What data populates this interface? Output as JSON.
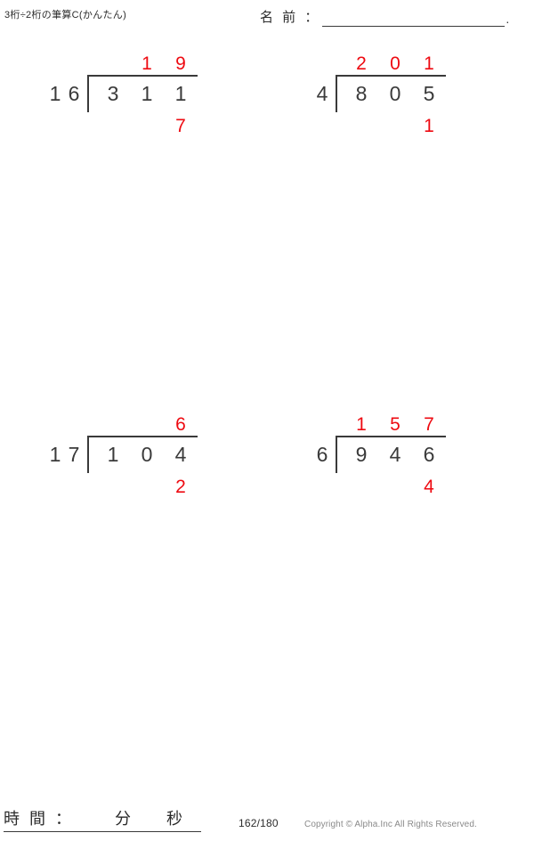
{
  "header": {
    "title": "3桁÷2桁の筆算C(かんたん)",
    "name_label": "名 前 ：",
    "name_value": "",
    "name_trailing_dot": "."
  },
  "colors": {
    "answer_red": "#ee0a11",
    "text_dark": "#3a3a3a",
    "rule": "#3a3a3a",
    "copyright_gray": "#8a8a8a",
    "background": "#ffffff"
  },
  "problems": [
    {
      "index": 1,
      "divisor": "16",
      "divisor_digits": [
        "1",
        "6"
      ],
      "dividend": "311",
      "dividend_digits": [
        "3",
        "1",
        "1"
      ],
      "quotient": "19",
      "quotient_digits": [
        "",
        "1",
        "9"
      ],
      "remainder": "7",
      "remainder_digits": [
        "",
        "",
        "7"
      ]
    },
    {
      "index": 2,
      "divisor": "4",
      "divisor_digits": [
        "4"
      ],
      "dividend": "805",
      "dividend_digits": [
        "8",
        "0",
        "5"
      ],
      "quotient": "201",
      "quotient_digits": [
        "2",
        "0",
        "1"
      ],
      "remainder": "1",
      "remainder_digits": [
        "",
        "",
        "1"
      ]
    },
    {
      "index": 3,
      "divisor": "17",
      "divisor_digits": [
        "1",
        "7"
      ],
      "dividend": "104",
      "dividend_digits": [
        "1",
        "0",
        "4"
      ],
      "quotient": "6",
      "quotient_digits": [
        "",
        "",
        "6"
      ],
      "remainder": "2",
      "remainder_digits": [
        "",
        "",
        "2"
      ]
    },
    {
      "index": 4,
      "divisor": "6",
      "divisor_digits": [
        "6"
      ],
      "dividend": "946",
      "dividend_digits": [
        "9",
        "4",
        "6"
      ],
      "quotient": "157",
      "quotient_digits": [
        "1",
        "5",
        "7"
      ],
      "remainder": "4",
      "remainder_digits": [
        "",
        "",
        "4"
      ]
    }
  ],
  "footer": {
    "time_label": "時 間 ：",
    "minutes_value": "",
    "minutes_unit": "分",
    "seconds_value": "",
    "seconds_unit": "秒",
    "page_number": "162/180",
    "copyright": "Copyright © Alpha.Inc All Rights Reserved."
  }
}
